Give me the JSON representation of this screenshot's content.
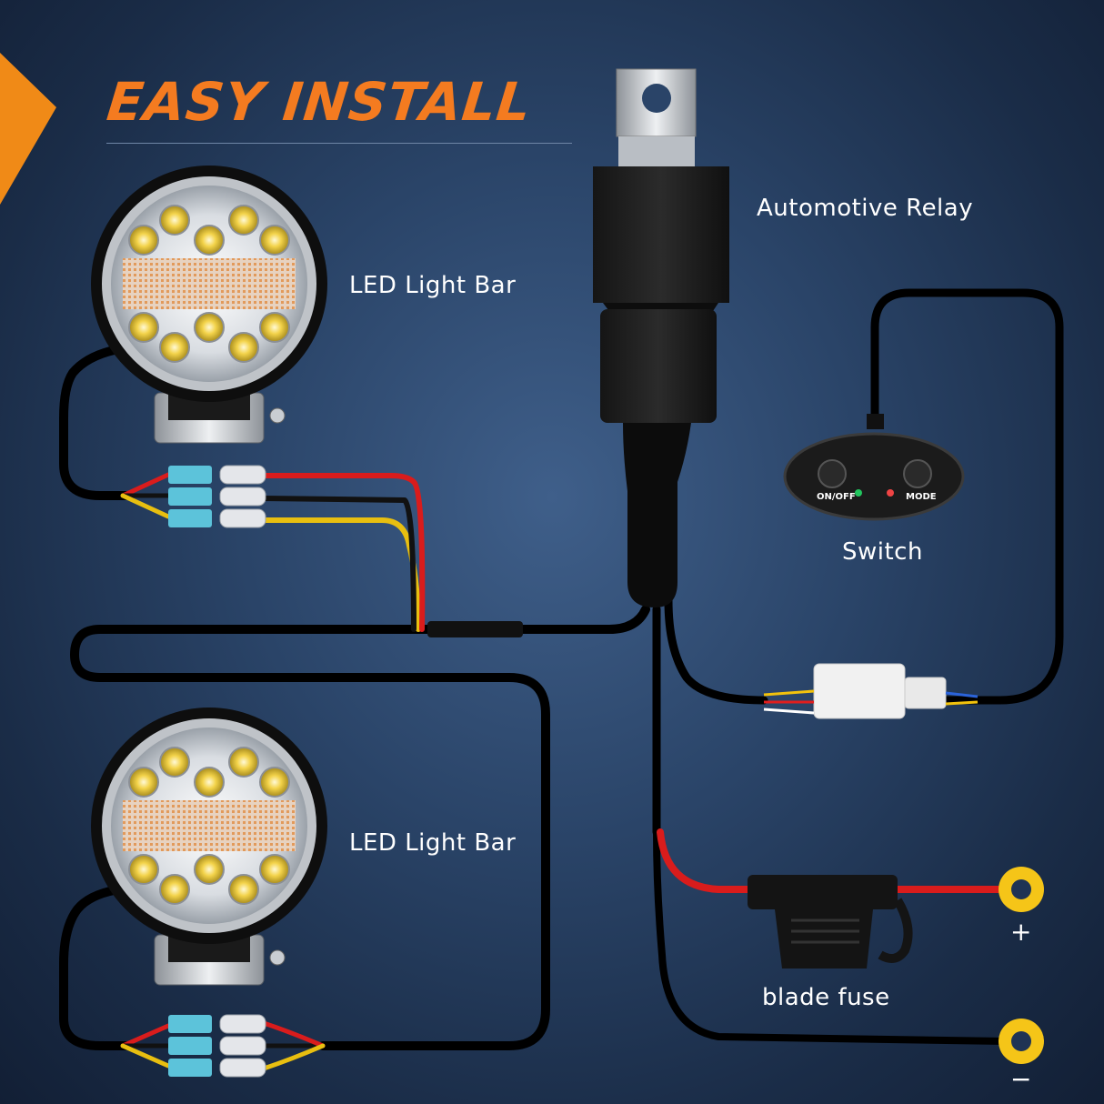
{
  "title": "EASY INSTALL",
  "labels": {
    "relay": "Automotive Relay",
    "light_bar_top": "LED Light Bar",
    "light_bar_bottom": "LED Light Bar",
    "switch": "Switch",
    "fuse": "blade fuse"
  },
  "switch_buttons": {
    "on_off": "ON/OFF",
    "mode": "MODE"
  },
  "terminals": {
    "positive": "+",
    "negative": "−"
  },
  "colors": {
    "accent": "#f47b20",
    "wire_red": "#e01e1e",
    "wire_yellow": "#f2c20c",
    "wire_black": "#111111",
    "ring_terminal": "#f5c518"
  }
}
